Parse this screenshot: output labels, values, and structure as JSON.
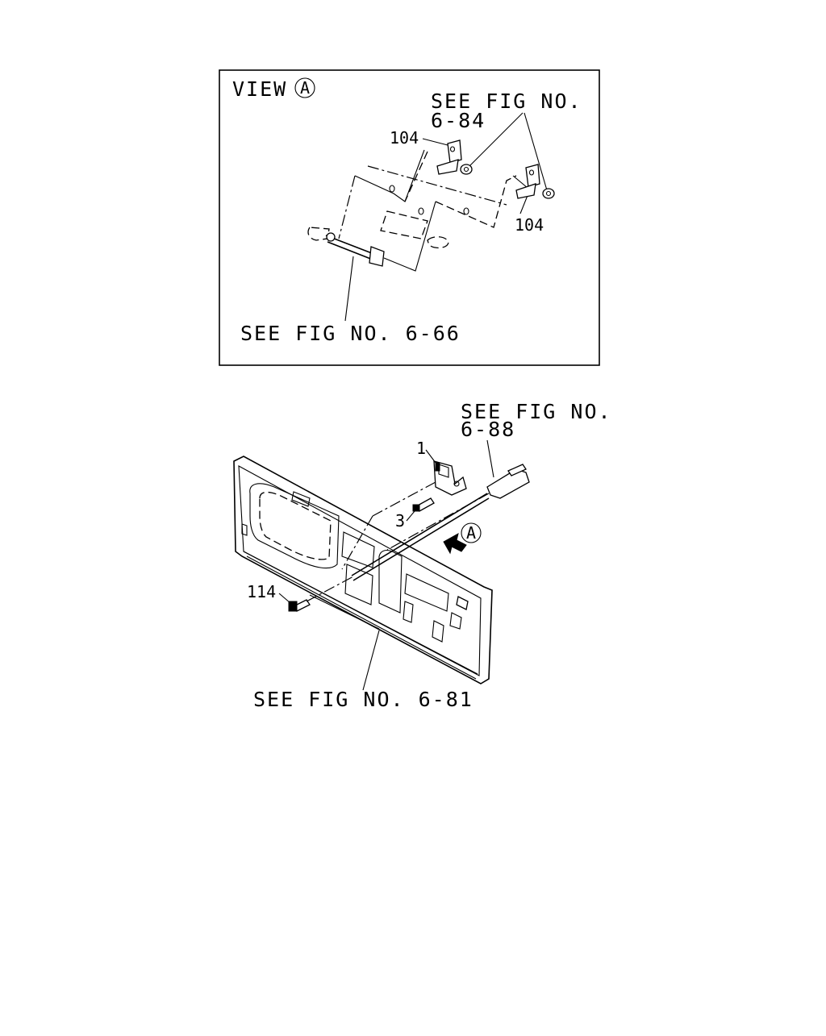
{
  "view_box": {
    "title": "VIEW",
    "title_marker": "A",
    "ref_fig_top_line1": "SEE FIG NO.",
    "ref_fig_top_line2": "6-84",
    "callout_104_left": "104",
    "callout_104_right": "104",
    "ref_fig_bottom": "SEE FIG NO. 6-66"
  },
  "main_view": {
    "ref_fig_top_line1": "SEE FIG NO.",
    "ref_fig_top_line2": "6-88",
    "callout_1": "1",
    "callout_3": "3",
    "callout_114": "114",
    "view_marker": "A",
    "ref_fig_bottom": "SEE FIG NO. 6-81"
  }
}
